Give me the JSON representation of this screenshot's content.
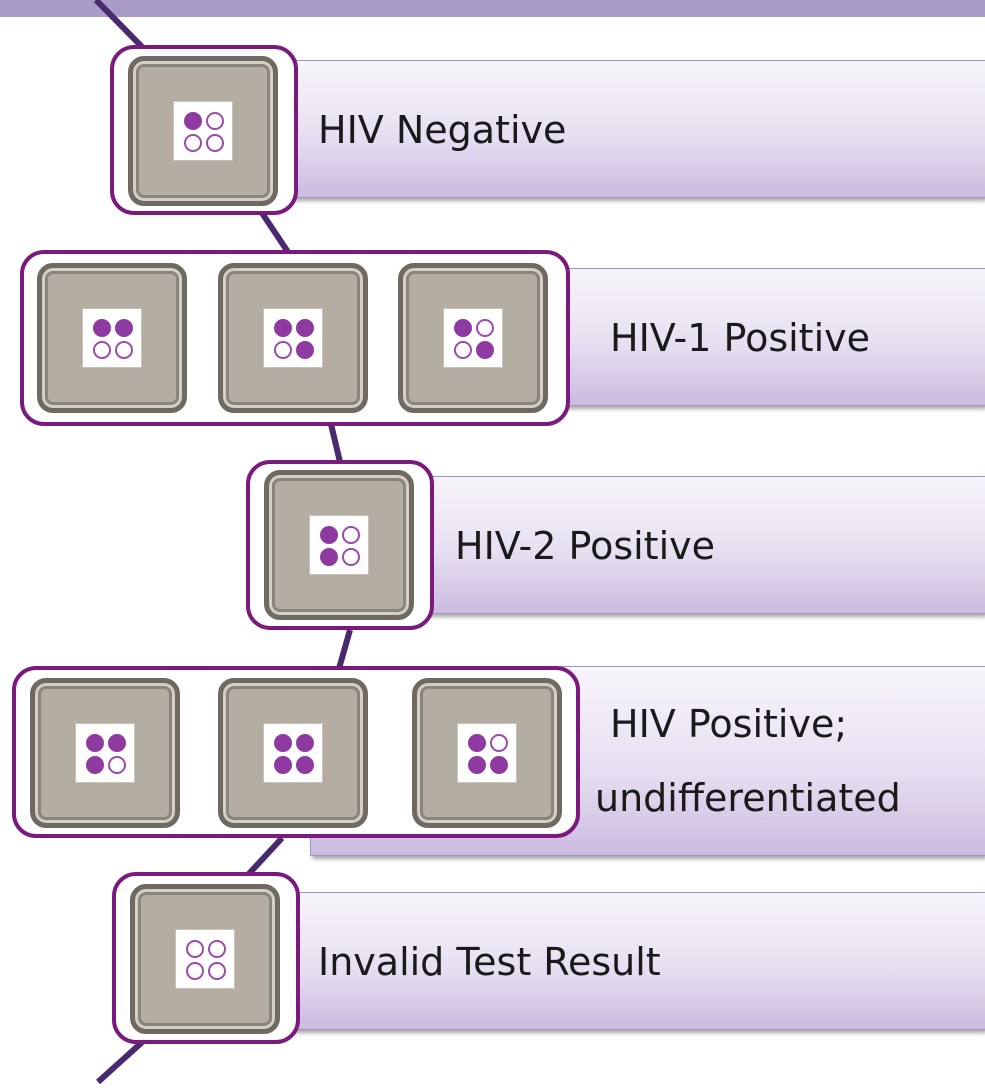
{
  "diagram": {
    "colors": {
      "accent": "#7b1a7e",
      "spot": "#8e3aa0",
      "topbar": "#a89bc6"
    },
    "rows": [
      {
        "label": "HIV Negative",
        "tiles": [
          [
            1,
            0,
            0,
            0
          ]
        ]
      },
      {
        "label": "HIV-1 Positive",
        "tiles": [
          [
            1,
            1,
            0,
            0
          ],
          [
            1,
            1,
            0,
            1
          ],
          [
            1,
            0,
            0,
            1
          ]
        ]
      },
      {
        "label": "HIV-2 Positive",
        "tiles": [
          [
            1,
            0,
            1,
            0
          ]
        ]
      },
      {
        "label_lines": [
          "HIV Positive;",
          "undifferentiated"
        ],
        "tiles": [
          [
            1,
            1,
            1,
            0
          ],
          [
            1,
            1,
            1,
            1
          ],
          [
            1,
            0,
            1,
            1
          ]
        ]
      },
      {
        "label": "Invalid Test Result",
        "tiles": [
          [
            0,
            0,
            0,
            0
          ]
        ]
      }
    ]
  }
}
